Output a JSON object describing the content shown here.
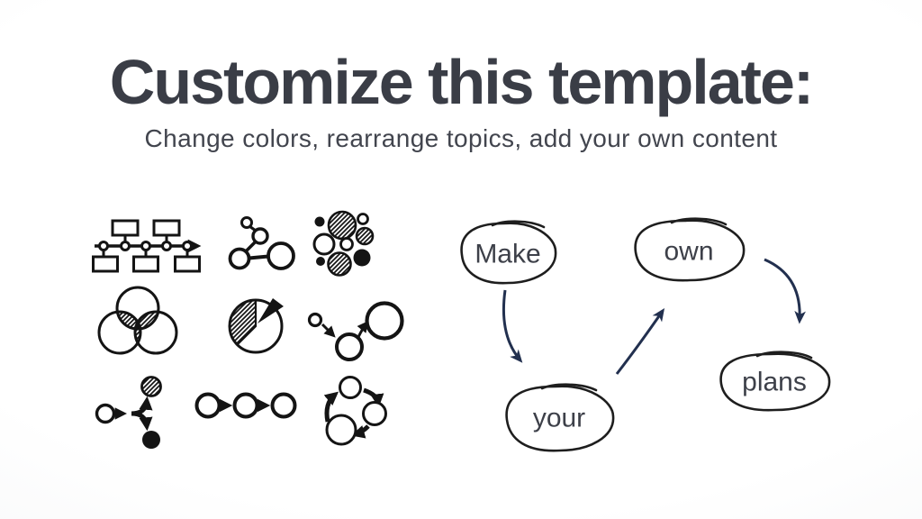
{
  "page": {
    "title": "Customize this template:",
    "subtitle": "Change colors, rearrange topics, add your own content"
  },
  "colors": {
    "title_text": "#3a3d46",
    "subtitle_text": "#42454e",
    "icon_ink": "#141414",
    "bubble_ink": "#1e1e1e",
    "bubble_word_text": "#3d4049",
    "arrow_navy": "#22304f",
    "background_center": "#ffffff",
    "background_edge": "#eceef0"
  },
  "icon_gallery": {
    "items": [
      {
        "name": "timeline-icon"
      },
      {
        "name": "node-link-icon"
      },
      {
        "name": "bubble-cluster-icon"
      },
      {
        "name": "venn-diagram-icon"
      },
      {
        "name": "pie-chart-icon"
      },
      {
        "name": "growth-circles-icon"
      },
      {
        "name": "branch-split-icon"
      },
      {
        "name": "process-flow-icon"
      },
      {
        "name": "cycle-icon"
      }
    ]
  },
  "mindmap": {
    "nodes": [
      {
        "label": "Make"
      },
      {
        "label": "own"
      },
      {
        "label": "your"
      },
      {
        "label": "plans"
      }
    ],
    "connections": [
      {
        "from": "Make",
        "to": "your"
      },
      {
        "from": "your",
        "to": "own"
      },
      {
        "from": "own",
        "to": "plans"
      }
    ]
  }
}
